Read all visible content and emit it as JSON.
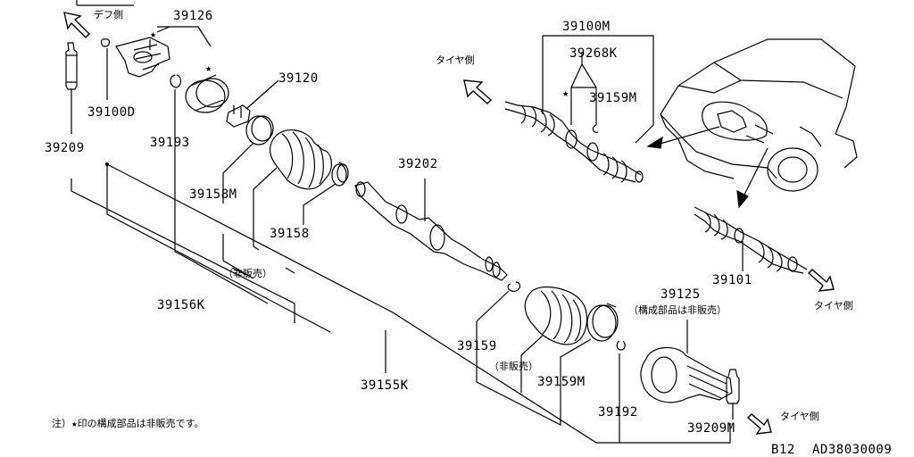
{
  "parts": {
    "p39126": "39126",
    "p39120": "39120",
    "p39100D": "39100D",
    "p39193": "39193",
    "p39209": "39209",
    "p39158M": "39158M",
    "p39158": "39158",
    "p39156K": "39156K",
    "p39202": "39202",
    "p39159": "39159",
    "p39155K": "39155K",
    "p39159M": "39159M",
    "p39192": "39192",
    "p39209M": "39209M",
    "p39125": "39125",
    "p39100M": "39100M",
    "p39268K": "39268K",
    "p39159M_b": "39159M",
    "p39101": "39101"
  },
  "labels": {
    "diff_side": "デフ側",
    "tire_side_1": "タイヤ側",
    "tire_side_2": "タイヤ側",
    "tire_side_3": "タイヤ側",
    "not_sold_1": "（非販売）",
    "not_sold_2": "（非販売）",
    "components_not_sold": "（構成部品は非販売）",
    "note": "注）★印の構成部品は非販売です。",
    "code_prefix": "B12",
    "code": "AD38030009"
  }
}
